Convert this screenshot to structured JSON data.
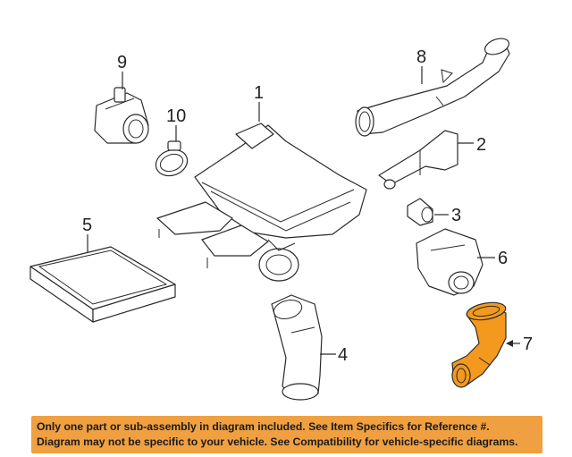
{
  "callouts": [
    "1",
    "2",
    "3",
    "4",
    "5",
    "6",
    "7",
    "8",
    "9",
    "10"
  ],
  "notice": {
    "line1": "Only one part or sub-assembly in diagram included. See Item Specifics for Reference #.",
    "line2": "Diagram may not be specific to your vehicle. See Compatibility for vehicle-specific diagrams."
  },
  "colors": {
    "highlight_part": "#f39a1e",
    "notice_background": "#f0a040",
    "line_art": "#2a2a2a"
  }
}
